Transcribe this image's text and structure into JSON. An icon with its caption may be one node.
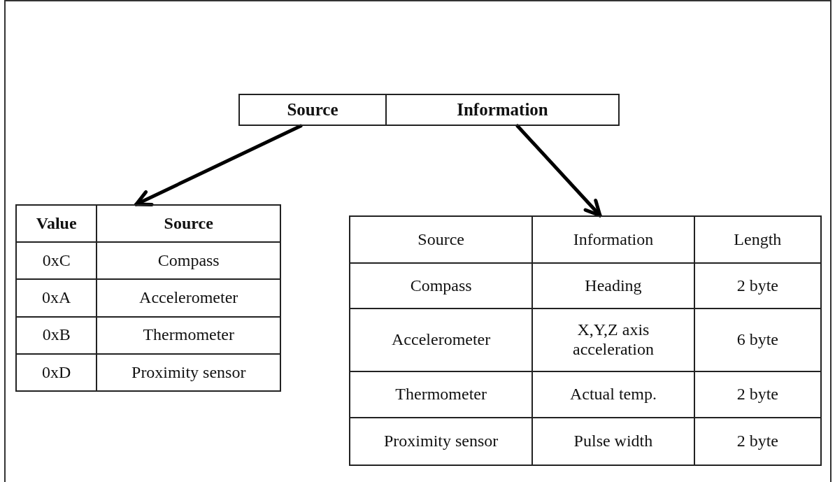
{
  "diagram": {
    "nodes": [
      {
        "text": [
          "Source"
        ]
      },
      {
        "text": [
          "Information"
        ]
      },
      {
        "text": [
          "Value",
          "Source",
          "0xC",
          "Compass",
          "0xA",
          "Accelerometer",
          "0xB",
          "Thermometer",
          "0xD",
          "Proximity sensor"
        ]
      },
      {
        "text": [
          "Source",
          "Information",
          "Length",
          "Compass",
          "Heading",
          "2 byte",
          "Accelerometer",
          "X,Y,Z axis acceleration",
          "6 byte",
          "Thermometer",
          "Actual temp.",
          "2 byte",
          "Proximity sensor",
          "Pulse width",
          "2 byte"
        ]
      }
    ],
    "edges": [
      {
        "from": 0,
        "to": 2,
        "arrow": "to"
      },
      {
        "from": 1,
        "to": 3,
        "arrow": "to"
      }
    ]
  }
}
